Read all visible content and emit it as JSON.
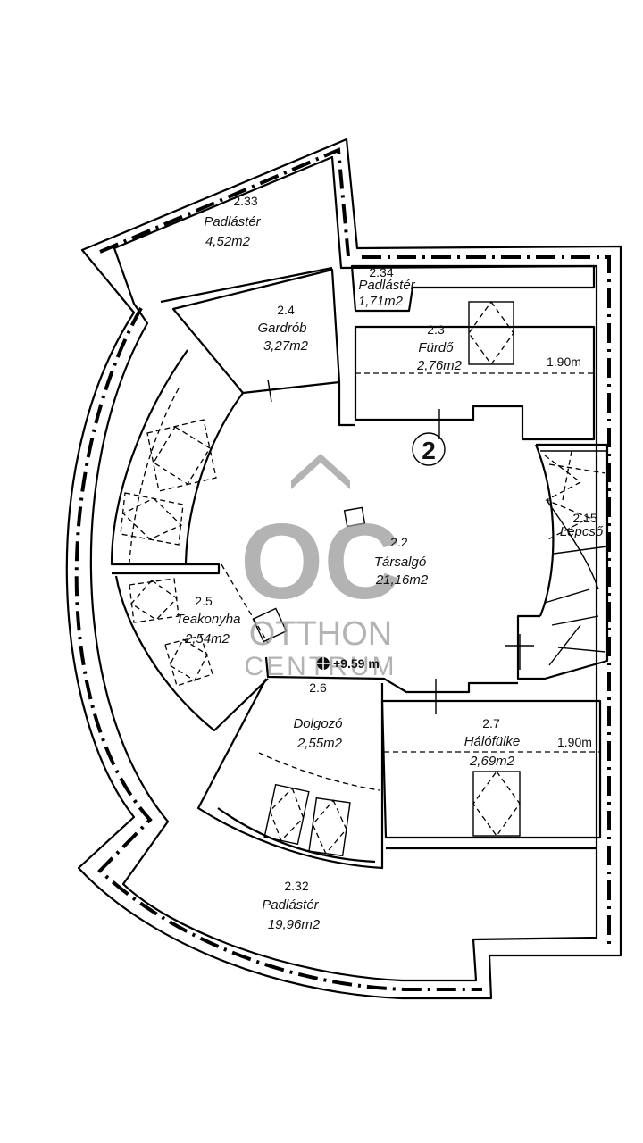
{
  "floor_marker": "2",
  "elevation": "+9.59 m",
  "watermark": {
    "logo": "OC",
    "line1": "OTTHON",
    "line2": "CENTRUM"
  },
  "rooms": [
    {
      "num": "2.33",
      "name": "Padlástér",
      "area": "4,52m2"
    },
    {
      "num": "2.34",
      "name": "Padlástér",
      "area": "1,71m2"
    },
    {
      "num": "2.4",
      "name": "Gardrób",
      "area": "3,27m2"
    },
    {
      "num": "2.3",
      "name": "Fürdő",
      "area": "2,76m2"
    },
    {
      "num": "2.2",
      "name": "Társalgó",
      "area": "21,16m2"
    },
    {
      "num": "2.15",
      "name": "Lépcső",
      "area": ""
    },
    {
      "num": "2.5",
      "name": "Teakonyha",
      "area": "2,54m2"
    },
    {
      "num": "2.6",
      "name": "Dolgozó",
      "area": "2,55m2"
    },
    {
      "num": "2.7",
      "name": "Hálófülke",
      "area": "2,69m2"
    },
    {
      "num": "2.32",
      "name": "Padlástér",
      "area": "19,96m2"
    }
  ],
  "heights": [
    "1.90m",
    "1.90m"
  ]
}
